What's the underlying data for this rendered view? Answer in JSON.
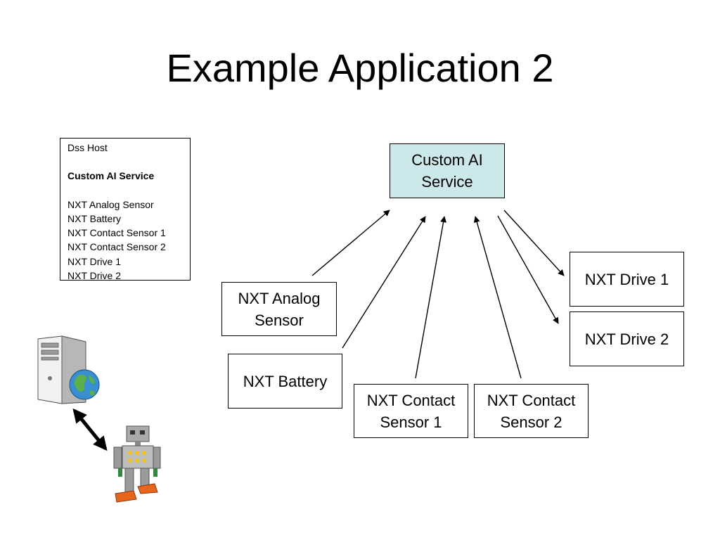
{
  "title": "Example Application 2",
  "host_list": {
    "header": "Dss Host",
    "service": "Custom AI Service",
    "items": [
      "NXT Analog Sensor",
      "NXT Battery",
      "NXT Contact Sensor 1",
      "NXT Contact Sensor 2",
      "NXT Drive 1",
      "NXT Drive 2"
    ]
  },
  "nodes": {
    "service": [
      "Custom AI",
      "Service"
    ],
    "analog": [
      "NXT Analog",
      "Sensor"
    ],
    "battery": [
      "NXT Battery"
    ],
    "contact1": [
      "NXT Contact",
      "Sensor 1"
    ],
    "contact2": [
      "NXT Contact",
      "Sensor 2"
    ],
    "drive1": [
      "NXT Drive 1"
    ],
    "drive2": [
      "NXT Drive 2"
    ]
  },
  "icons": {
    "server": "server-globe-icon",
    "link": "double-arrow-icon",
    "robot": "robot-icon"
  },
  "colors": {
    "service_fill": "#cce8ea",
    "server_body": "#bfbfbf",
    "globe": "#3a8fd0",
    "robot_feet": "#e8661c"
  }
}
